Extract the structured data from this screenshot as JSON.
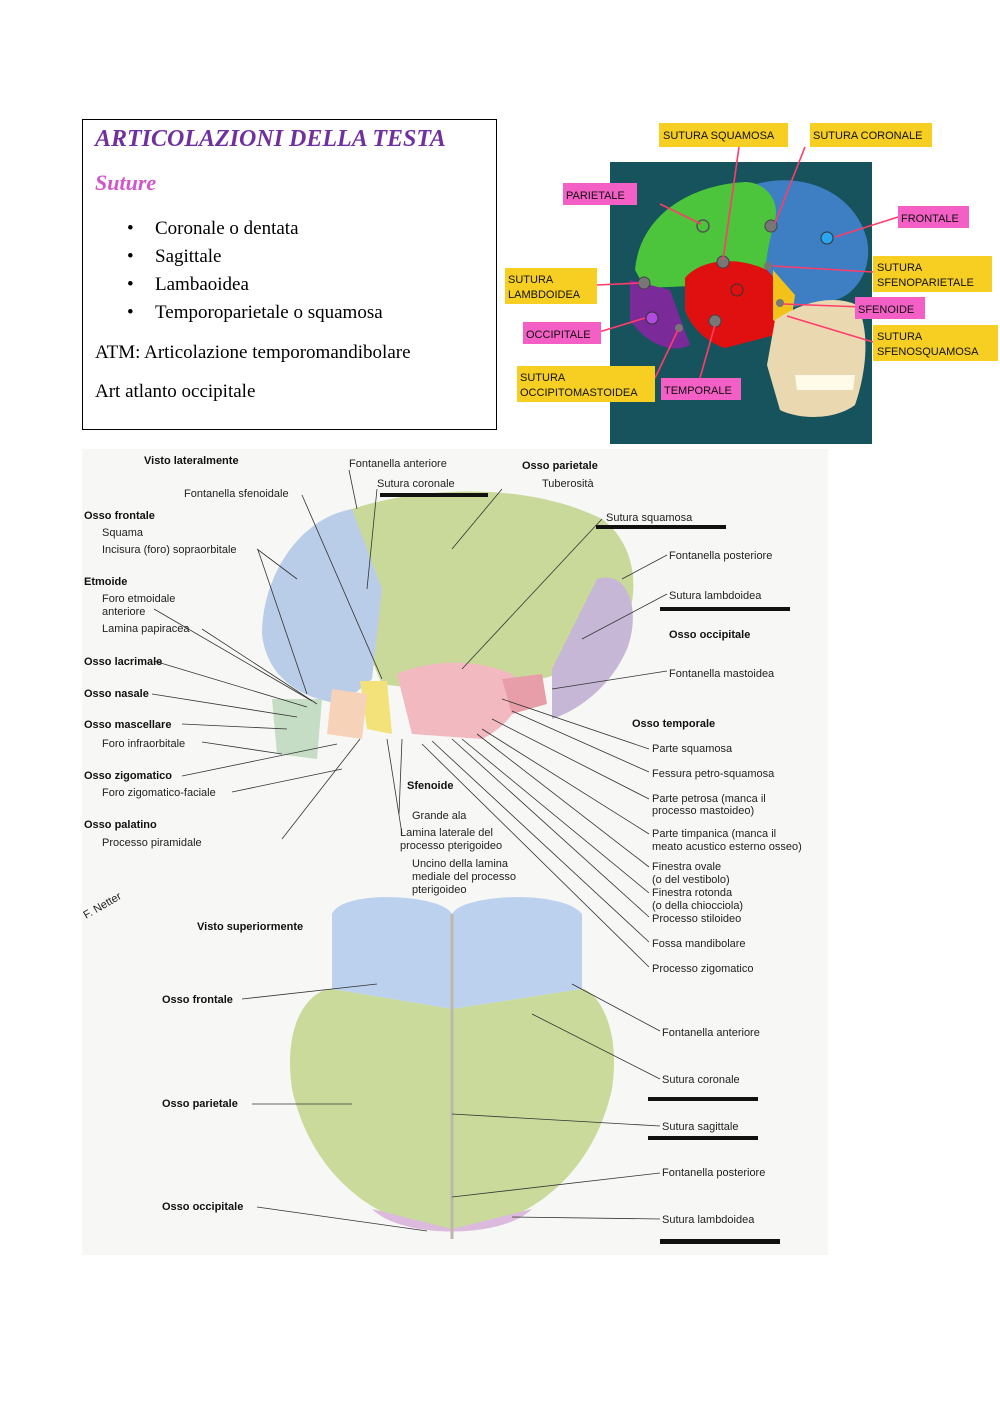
{
  "title": "ARTICOLAZIONI DELLA TESTA",
  "subtitle": "Suture",
  "bullet_symbol": "•",
  "sutures": [
    "Coronale o dentata",
    "Sagittale",
    "Lambaoidea",
    "Temporoparietale o squamosa"
  ],
  "atm": "ATM: Articolazione temporomandibolare",
  "atlanto": "Art atlanto occipitale",
  "skull_labels": {
    "sutura_squamosa": "SUTURA SQUAMOSA",
    "sutura_coronale": "SUTURA CORONALE",
    "parietale": "PARIETALE",
    "frontale": "FRONTALE",
    "sutura_lambdoidea_1": "SUTURA",
    "sutura_lambdoidea_2": "LAMBDOIDEA",
    "sutura_sfenoparietale_1": "SUTURA",
    "sutura_sfenoparietale_2": "SFENOPARIETALE",
    "sfenoide": "SFENOIDE",
    "occipitale": "OCCIPITALE",
    "sutura_sfenosquamosa_1": "SUTURA",
    "sutura_sfenosquamosa_2": "SFENOSQUAMOSA",
    "sutura_occipitomastoidea_1": "SUTURA",
    "sutura_occipitomastoidea_2": "OCCIPITOMASTOIDEA",
    "temporale": "TEMPORALE"
  },
  "atlas": {
    "visto_lateralmente": "Visto lateralmente",
    "fontanella_anteriore": "Fontanella anteriore",
    "sutura_coronale": "Sutura coronale",
    "osso_parietale": "Osso parietale",
    "tuberosita": "Tuberosità",
    "fontanella_sfenoidale": "Fontanella sfenoidale",
    "sutura_squamosa": "Sutura squamosa",
    "osso_frontale": "Osso frontale",
    "squama": "Squama",
    "incisura": "Incisura (foro) sopraorbitale",
    "fontanella_posteriore": "Fontanella posteriore",
    "etmoide": "Etmoide",
    "foro_etmoidale_1": "Foro etmoidale",
    "foro_etmoidale_2": "anteriore",
    "sutura_lambdoidea": "Sutura lambdoidea",
    "lamina_papiracea": "Lamina papiracea",
    "osso_occipitale": "Osso occipitale",
    "osso_lacrimale": "Osso lacrimale",
    "fontanella_mastoidea": "Fontanella mastoidea",
    "osso_nasale": "Osso nasale",
    "osso_temporale": "Osso temporale",
    "osso_mascellare": "Osso mascellare",
    "foro_infraorbitale": "Foro infraorbitale",
    "parte_squamosa": "Parte squamosa",
    "osso_zigomatico": "Osso zigomatico",
    "fessura": "Fessura petro-squamosa",
    "foro_zigomatico": "Foro zigomatico-faciale",
    "sfenoide": "Sfenoide",
    "parte_petrosa_1": "Parte petrosa (manca il",
    "parte_petrosa_2": "processo mastoideo)",
    "osso_palatino": "Osso palatino",
    "grande_ala": "Grande ala",
    "processo_piramidale": "Processo piramidale",
    "lamina_laterale_1": "Lamina laterale del",
    "lamina_laterale_2": "processo pterigoideo",
    "parte_timpanica_1": "Parte timpanica (manca il",
    "parte_timpanica_2": "meato acustico esterno osseo)",
    "uncino_1": "Uncino della lamina",
    "uncino_2": "mediale del processo",
    "uncino_3": "pterigoideo",
    "finestra_ovale_1": "Finestra ovale",
    "finestra_ovale_2": "(o del vestibolo)",
    "finestra_rotonda_1": "Finestra rotonda",
    "finestra_rotonda_2": "(o della chiocciola)",
    "processo_stiloideo": "Processo stiloideo",
    "visto_superiormente": "Visto superiormente",
    "fossa_mandibolare": "Fossa mandibolare",
    "processo_zigomatico": "Processo zigomatico",
    "sup_osso_frontale": "Osso frontale",
    "sup_fontanella_anteriore": "Fontanella anteriore",
    "sup_sutura_coronale": "Sutura coronale",
    "sup_osso_parietale": "Osso parietale",
    "sup_sutura_sagittale": "Sutura sagittale",
    "sup_fontanella_posteriore": "Fontanella posteriore",
    "sup_osso_occipitale": "Osso occipitale",
    "sup_sutura_lambdoidea": "Sutura lambdoidea",
    "signature": "F. Netter"
  }
}
